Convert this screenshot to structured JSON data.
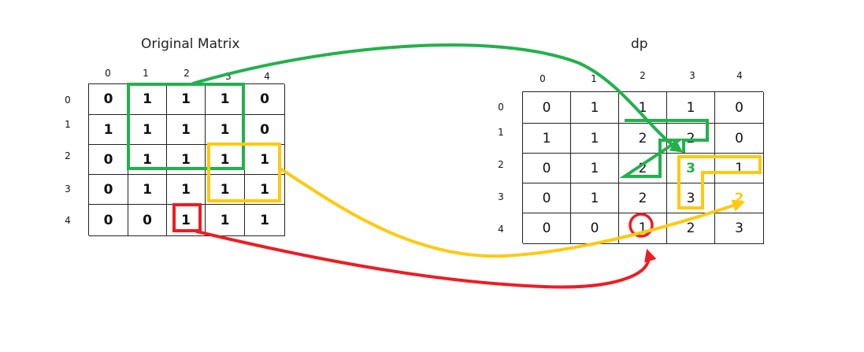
{
  "original": {
    "title": "Original Matrix",
    "col_labels": [
      "0",
      "1",
      "2",
      "3",
      "4"
    ],
    "row_labels": [
      "0",
      "1",
      "2",
      "3",
      "4"
    ],
    "cells": [
      [
        "0",
        "1",
        "1",
        "1",
        "0"
      ],
      [
        "1",
        "1",
        "1",
        "1",
        "0"
      ],
      [
        "0",
        "1",
        "1",
        "1",
        "1"
      ],
      [
        "0",
        "1",
        "1",
        "1",
        "1"
      ],
      [
        "0",
        "0",
        "1",
        "1",
        "1"
      ]
    ]
  },
  "dp": {
    "title": "dp",
    "col_labels": [
      "0",
      "1",
      "2",
      "3",
      "4"
    ],
    "row_labels": [
      "0",
      "1",
      "2",
      "3",
      "4"
    ],
    "cells": [
      [
        "0",
        "1",
        "1",
        "1",
        "0"
      ],
      [
        "1",
        "1",
        "2",
        "2",
        "0"
      ],
      [
        "0",
        "1",
        "2",
        "3",
        "1"
      ],
      [
        "0",
        "1",
        "2",
        "3",
        "2"
      ],
      [
        "0",
        "0",
        "1",
        "2",
        "3"
      ]
    ]
  },
  "colors": {
    "green": "#22b14c",
    "yellow": "#ffc90e",
    "red": "#ed1c24"
  }
}
